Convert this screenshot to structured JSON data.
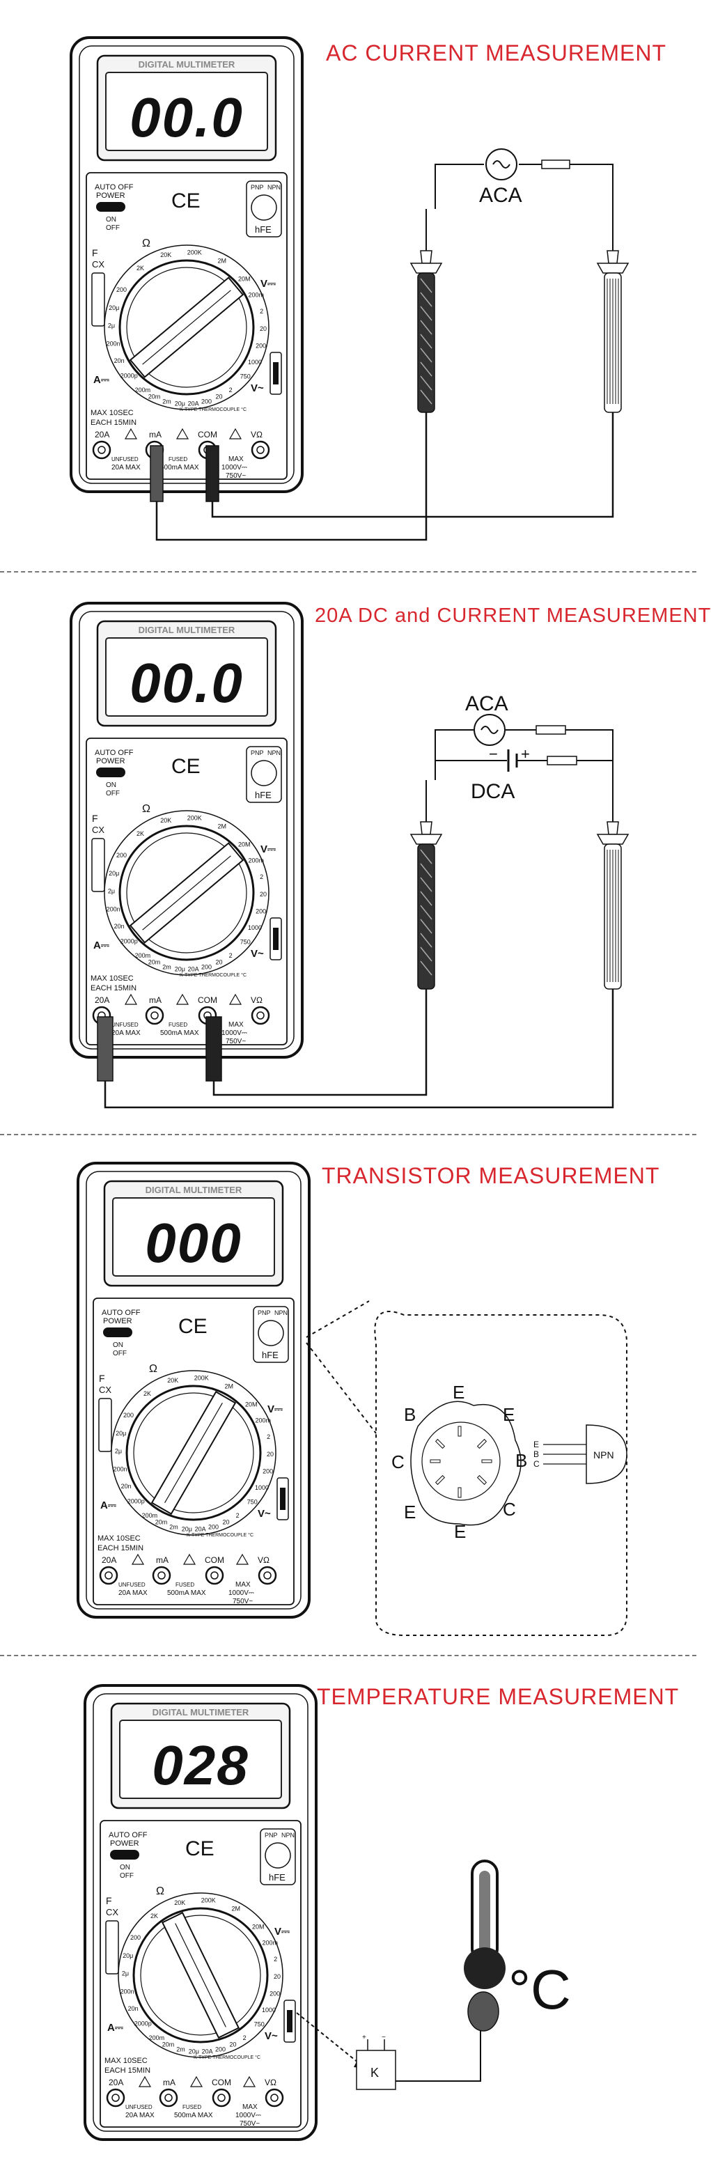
{
  "sections": [
    {
      "title": "AC CURRENT MEASUREMENT",
      "display": "00.0",
      "source_label": "ACA"
    },
    {
      "title": "20A DC and CURRENT MEASUREMENT",
      "display": "00.0",
      "ac_label": "ACA",
      "dc_label": "DCA",
      "minus": "−",
      "plus": "+"
    },
    {
      "title": "TRANSISTOR MEASUREMENT",
      "display": "000",
      "socket_pins": {
        "left_b": "B",
        "left_c": "C",
        "left_e_top": "E",
        "left_e_bottom": "E",
        "right_e_top": "E",
        "right_b": "B",
        "right_c": "C",
        "right_e_bottom": "E"
      },
      "transistor_pins": [
        "E",
        "B",
        "C"
      ],
      "transistor_label": "NPN"
    },
    {
      "title": "TEMPERATURE MEASUREMENT",
      "display": "028",
      "unit": "°C",
      "adapter_label": "K",
      "adapter_plus": "+",
      "adapter_minus": "−"
    }
  ],
  "meter": {
    "brand": "DIGITAL MULTIMETER",
    "auto_off": "AUTO OFF",
    "power": "POWER",
    "on": "ON",
    "off": "OFF",
    "ce": "CE",
    "pnp": "PNP",
    "npn": "NPN",
    "hfe": "hFE",
    "ohm": "Ω",
    "f": "F",
    "cx": "CX",
    "v_dc": "V⎓",
    "v_ac": "V~",
    "a_dc": "A⎓",
    "max_10sec": "MAX 10SEC",
    "each_15min": "EACH 15MIN",
    "thermo": "K-TYPE THERMOCOUPLE °C",
    "jack_20a": "20A",
    "jack_ma": "mA",
    "jack_com": "COM",
    "jack_vohm": "VΩ",
    "unfused": "UNFUSED",
    "max_20a": "20A MAX",
    "fused": "FUSED",
    "max_500ma": "500mA MAX",
    "max": "MAX",
    "max_1000v": "1000V⎓",
    "max_750v": "750V~",
    "ticks_top": [
      "200",
      "2K",
      "20K",
      "200K",
      "2M",
      "20M"
    ],
    "ticks_left": [
      "20μ",
      "2μ",
      "200n",
      "20n",
      "2000p"
    ],
    "ticks_right": [
      "200m",
      "2",
      "20",
      "200",
      "1000",
      "750"
    ],
    "ticks_bottom": [
      "200m",
      "20m",
      "2m",
      "20μ",
      "20A",
      "200",
      "20",
      "2"
    ]
  }
}
